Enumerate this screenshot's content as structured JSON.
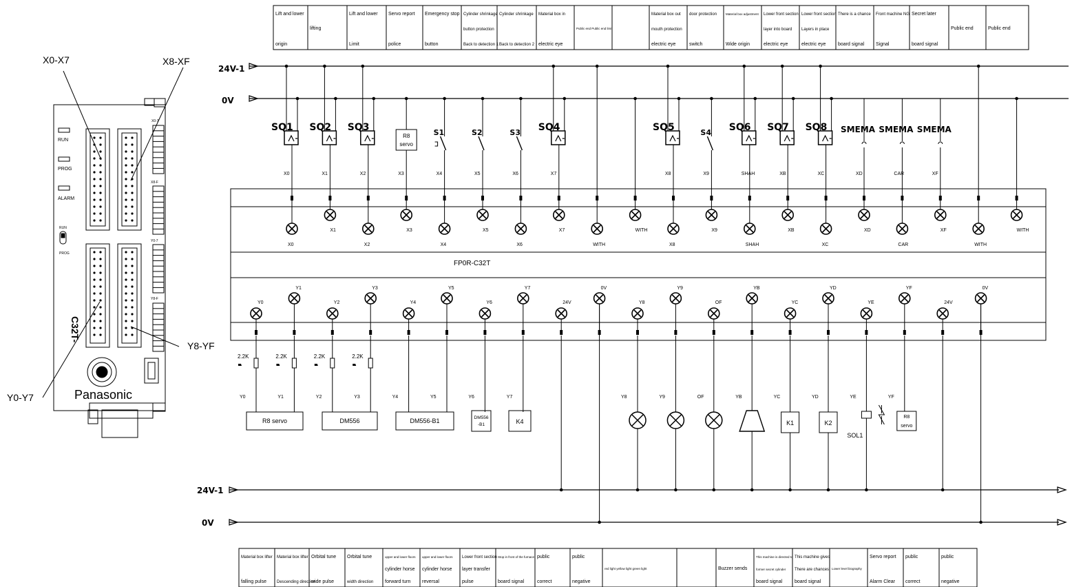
{
  "plc": {
    "model": "FP0R-C32T",
    "brand": "Panasonic",
    "side_text": "C32T-",
    "callouts": {
      "x0_x7": "X0-X7",
      "x8_xf": "X8-XF",
      "y0_y7": "Y0-Y7",
      "y8_yf": "Y8-YF"
    },
    "leds": [
      "RUN",
      "PROG",
      "ALARM"
    ],
    "switch_labels": [
      "RUN",
      "PROG"
    ],
    "strip_labels": [
      "X0-7",
      "X8-F",
      "Y0-7",
      "Y8-F"
    ]
  },
  "rails": {
    "top": [
      "24V-1",
      "0V"
    ],
    "bottom": [
      "24V-1",
      "0V"
    ]
  },
  "top_table": [
    [
      "Lift and lower",
      "origin"
    ],
    [
      "lifting"
    ],
    [
      "Lift and lower",
      "Limit"
    ],
    [
      "Servo report",
      "police"
    ],
    [
      "Emergency stop",
      "button"
    ],
    [
      "Cylinder shrinkage",
      "button protection",
      "Back to detection 1"
    ],
    [
      "Cylinder shrinkage",
      "",
      "Back to detection 2"
    ],
    [
      "Material box in",
      "",
      "electric eye"
    ],
    [
      "Public end Public end limit"
    ],
    [
      ""
    ],
    [
      "Material box out",
      "mouth protection",
      "electric eye"
    ],
    [
      "door protection",
      "switch"
    ],
    [
      "Material box adjustment",
      "Wide origin"
    ],
    [
      "Lower front section",
      "layer into board",
      "electric eye"
    ],
    [
      "Lower front section",
      "Layers in place",
      "electric eye"
    ],
    [
      "There is a chance",
      "board signal"
    ],
    [
      "Front machine NG",
      "Signal"
    ],
    [
      "Secret later",
      "board signal"
    ],
    [
      "Public end"
    ],
    [
      "Public end"
    ]
  ],
  "bottom_table": [
    [
      "Material box lifter",
      "falling pulse"
    ],
    [
      "Material box lifter",
      "Descending direction"
    ],
    [
      "Orbital tune",
      "wide pulse"
    ],
    [
      "Orbital tune",
      "width direction"
    ],
    [
      "upper and lower floors",
      "cylinder horse",
      "forward turn"
    ],
    [
      "upper and lower floors",
      "cylinder horse",
      "reversal"
    ],
    [
      "Lower front section",
      "layer transfer",
      "pulse"
    ],
    [
      "Stop in front of the furnace",
      "board signal"
    ],
    [
      "public",
      "correct"
    ],
    [
      "public",
      "negative"
    ],
    [
      "red light yellow light green light"
    ],
    [
      ""
    ],
    [
      "Buzzer sends"
    ],
    [
      "This machine is directed to",
      "former secret cylinder",
      "board signal"
    ],
    [
      "This machine gives",
      "There are chances",
      "board signal"
    ],
    [
      "Lower level biography"
    ],
    [
      "Servo report",
      "Alarm Clear"
    ],
    [
      "public",
      "correct"
    ],
    [
      "public",
      "negative"
    ]
  ],
  "inputs": [
    {
      "sw": "SQ1",
      "kind": "prox",
      "label": "X0"
    },
    {
      "sw": "SQ2",
      "kind": "prox",
      "label": "X1"
    },
    {
      "sw": "SQ3",
      "kind": "prox",
      "label": "X2"
    },
    {
      "sw": "",
      "kind": "box",
      "box": [
        "R8",
        "servo"
      ],
      "label": "X3"
    },
    {
      "sw": "S1",
      "kind": "estop",
      "label": "X4"
    },
    {
      "sw": "S2",
      "kind": "switch",
      "label": "X5"
    },
    {
      "sw": "S3",
      "kind": "switch",
      "label": "X6"
    },
    {
      "sw": "SQ4",
      "kind": "prox",
      "label": "X7"
    },
    {
      "sw": "",
      "kind": "none",
      "label": ""
    },
    {
      "sw": "",
      "kind": "none",
      "label": ""
    },
    {
      "sw": "SQ5",
      "kind": "prox",
      "label": "X8"
    },
    {
      "sw": "S4",
      "kind": "switch",
      "label": "X9"
    },
    {
      "sw": "SQ6",
      "kind": "prox",
      "label": "SHAH"
    },
    {
      "sw": "SQ7",
      "kind": "prox",
      "label": "XB"
    },
    {
      "sw": "SQ8",
      "kind": "prox",
      "label": "XC"
    },
    {
      "sw": "SMEMA",
      "kind": "smema",
      "label": "XD"
    },
    {
      "sw": "SMEMA",
      "kind": "smema",
      "label": "CAR"
    },
    {
      "sw": "SMEMA",
      "kind": "smema",
      "label": "XF"
    },
    {
      "sw": "",
      "kind": "none",
      "label": ""
    },
    {
      "sw": "",
      "kind": "none",
      "label": ""
    }
  ],
  "input_terminals": {
    "upper": [
      "",
      "X1",
      "",
      "X3",
      "",
      "X5",
      "",
      "X7",
      "",
      "WITH",
      "",
      "X9",
      "",
      "XB",
      "",
      "XD",
      "",
      "XF",
      "",
      "WITH"
    ],
    "lower": [
      "X0",
      "",
      "X2",
      "",
      "X4",
      "",
      "X6",
      "",
      "WITH",
      "",
      "X8",
      "",
      "SHAH",
      "",
      "XC",
      "",
      "CAR",
      "",
      "WITH",
      ""
    ]
  },
  "output_terminals": {
    "upper": [
      "",
      "Y1",
      "",
      "Y3",
      "",
      "Y5",
      "",
      "Y7",
      "",
      "0V",
      "",
      "Y9",
      "",
      "YB",
      "",
      "YD",
      "",
      "YF",
      "",
      "0V"
    ],
    "lower": [
      "Y0",
      "",
      "Y2",
      "",
      "Y4",
      "",
      "Y6",
      "",
      "24V",
      "",
      "Y8",
      "",
      "OF",
      "",
      "YC",
      "",
      "YE",
      "",
      "24V",
      ""
    ]
  },
  "outputs": {
    "resistor": "2.2K",
    "labels": [
      "Y0",
      "Y1",
      "Y2",
      "Y3",
      "Y4",
      "Y5",
      "Y6",
      "Y7",
      "",
      "",
      "Y8",
      "Y9",
      "OF",
      "YB",
      "YC",
      "YD",
      "YE",
      "YF",
      "",
      ""
    ],
    "devices": {
      "r8_servo": "R8 servo",
      "dm556": "DM556",
      "dm556_b1": "DM556-B1",
      "dm556_b1_small": [
        "DM556",
        "-B1"
      ],
      "k4": "K4",
      "k1": "K1",
      "k2": "K2",
      "sol1": "SOL1",
      "r8_servo_small": [
        "R8",
        "servo"
      ]
    }
  }
}
